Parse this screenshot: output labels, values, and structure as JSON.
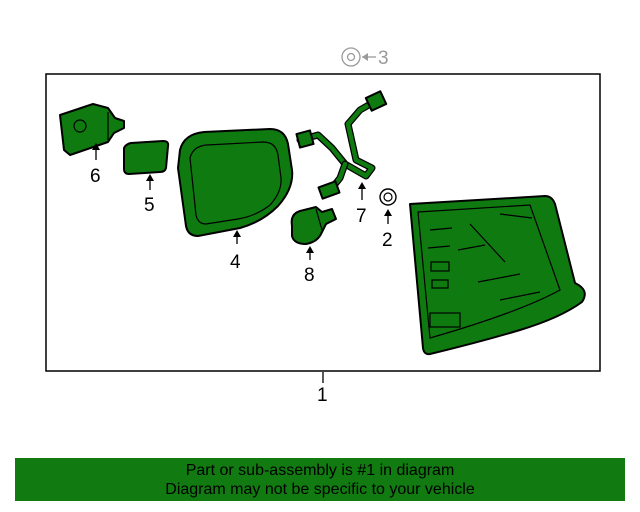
{
  "diagram": {
    "callouts": {
      "c1": "1",
      "c2": "2",
      "c3": "3",
      "c4": "4",
      "c5": "5",
      "c6": "6",
      "c7": "7",
      "c8": "8"
    }
  },
  "banner": {
    "line1": "Part or sub-assembly is #1 in diagram",
    "line2": "Diagram may not be specific to your vehicle",
    "color": "#117a10"
  }
}
